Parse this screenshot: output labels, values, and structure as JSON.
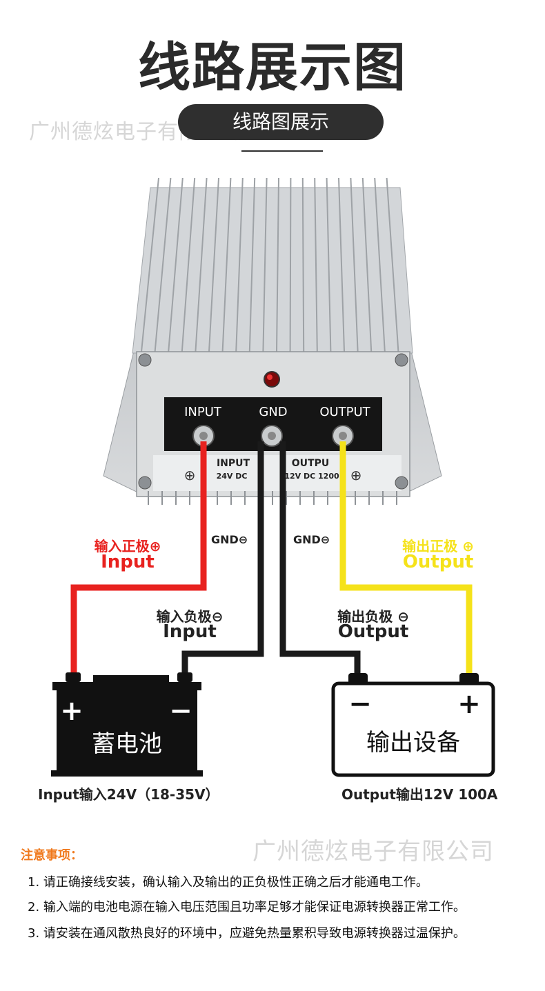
{
  "header": {
    "title": "线路展示图",
    "subtitle": "线路图展示",
    "watermark": "广州德炫电子有限公司"
  },
  "converter": {
    "terminal_labels": [
      "INPUT",
      "GND",
      "OUTPUT"
    ],
    "plate_labels": [
      "INPUT",
      "24V DC",
      "OUTPU",
      "12V DC 1200"
    ],
    "plus_symbol": "⊕"
  },
  "wiring": {
    "input_positive": {
      "cn": "输入正极⊕",
      "en": "Input",
      "color": "#e8221f"
    },
    "gnd_left": "GND⊖",
    "gnd_right": "GND⊖",
    "output_positive": {
      "cn": "输出正极 ⊕",
      "en": "Output",
      "color": "#f5e21a"
    },
    "input_negative": {
      "cn": "输入负极⊖",
      "en": "Input"
    },
    "output_negative": {
      "cn": "输出负极 ⊖",
      "en": "Output"
    },
    "wire_black": "#1a1a1a"
  },
  "battery": {
    "label": "蓄电池",
    "plus": "+",
    "minus": "−",
    "caption": "Input输入24V（18-35V）"
  },
  "device": {
    "label": "输出设备",
    "plus": "+",
    "minus": "−",
    "caption": "Output输出12V 100A"
  },
  "notes": {
    "title": "注意事项：",
    "items": [
      "1. 请正确接线安装，确认输入及输出的正负极性正确之后才能通电工作。",
      "2. 输入端的电池电源在输入电压范围且功率足够才能保证电源转换器正常工作。",
      "3. 请安装在通风散热良好的环境中，应避免热量累积导致电源转换器过温保护。"
    ]
  }
}
